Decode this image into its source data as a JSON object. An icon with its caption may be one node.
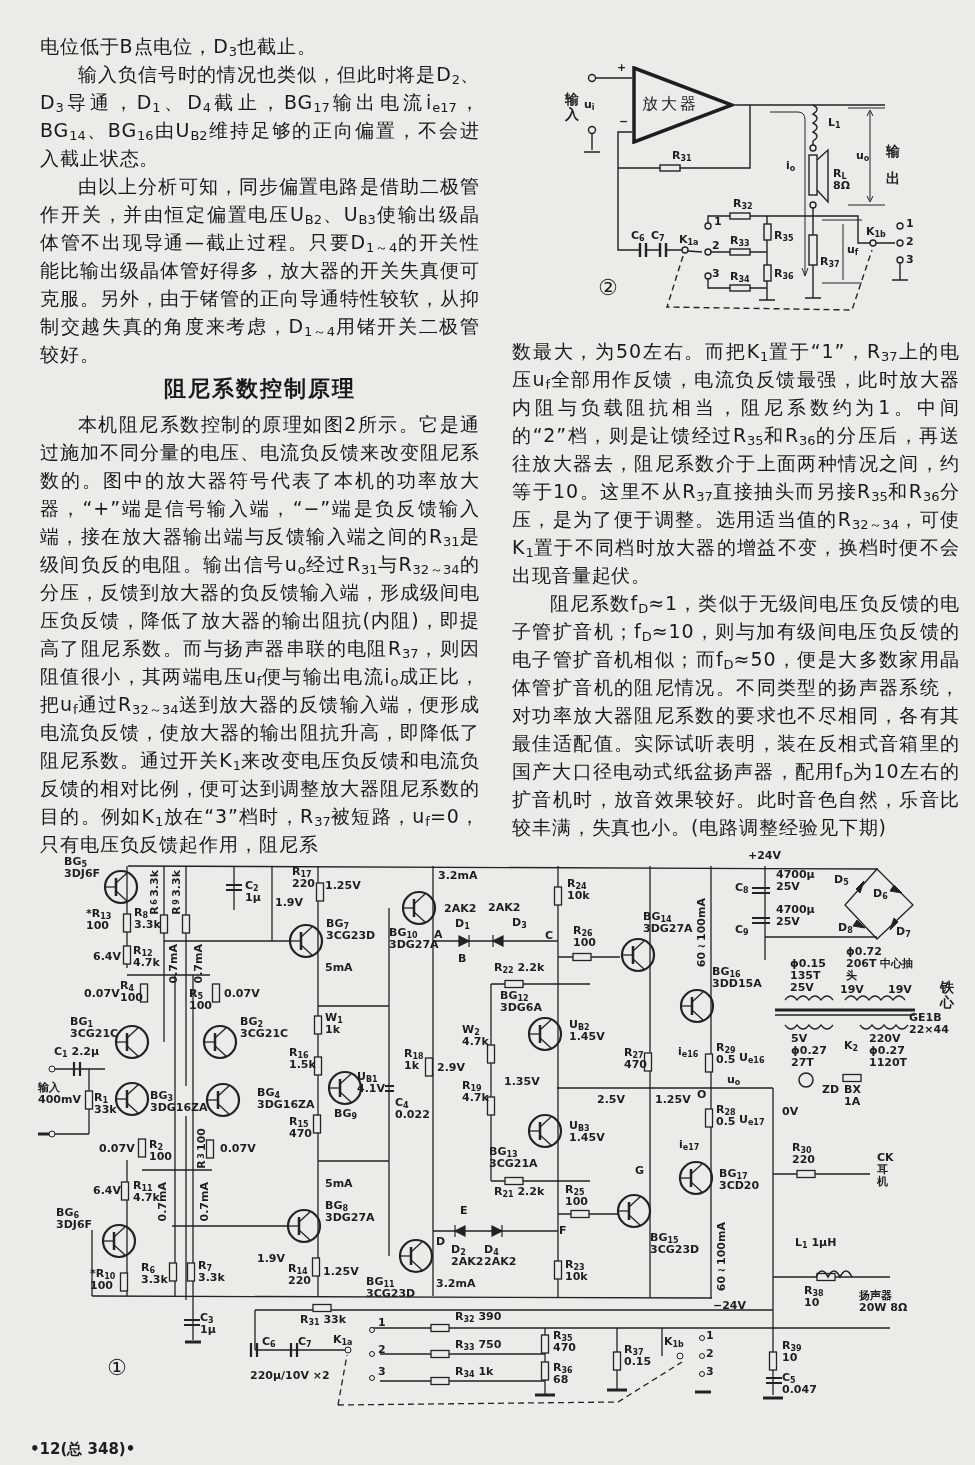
{
  "diagram": {
    "nodes": [
      {
        "text": [
          "放大器"
        ]
      }
    ],
    "labels": [
      "电位低于B点电位，D$_{3}$也截止。",
      "输入负信号时的情况也类似，但此时将是D$_{2}$、D$_{3}$导通，D$_{1}$、D$_{4}$截止，BG$_{17}$输出电流i$_{e17}$，BG$_{14}$、BG$_{16}$由U$_{B2}$维持足够的正向偏置，不会进入截止状态。",
      "由以上分析可知，同步偏置电路是借助二极管作开关，并由恒定偏置电压U$_{B2}$、U$_{B3}$使输出级晶体管不出现导通—截止过程。只要D$_{1～4}$的开关性能比输出级晶体管好得多，放大器的开关失真便可克服。另外，由于锗管的正向导通特性较软，从抑制交越失真的角度来考虑，D$_{1～4}$用锗开关二极管较好。",
      "阻尼系数控制原理",
      "本机阻尼系数控制的原理如图2所示。它是通过施加不同分量的电压、电流负反馈来改变阻尼系数的。图中的放大器符号代表了本机的功率放大器，“+”端是信号输入端，“−”端是负反馈输入端，接在放大器输出端与反馈输入端之间的R$_{31}$是级间负反的电阻。输出信号u$_{o}$经过R$_{31}$与R$_{32～34}$的分压，反馈到放大器的负反馈输入端，形成级间电压负反馈，降低了放大器的输出阻抗(内阻)，即提高了阻尼系数。而与扬声器串联的电阻R$_{37}$，则因阻值很小，其两端电压u$_{f}$便与输出电流i$_{o}$成正比，把u$_{f}$通过R$_{32～34}$送到放大器的反馈输入端，便形成电流负反馈，使放大器的输出阻抗升高，即降低了阻尼系数。通过开关K$_{1}$来改变电压负反馈和电流负反馈的相对比例，便可达到调整放大器阻尼系数的目的。例如K$_{1}$放在“3”档时，R$_{37}$被短路，u$_{f}$=0，只有电压负反馈起作用，阻尼系",
      "输入",
      "+",
      "u$_{i}$",
      "−",
      "R$_{31}$",
      "L$_{1}$",
      "i$_{o}$",
      "R$_{L}$ 8Ω",
      "u$_{o}$",
      "输出",
      "R$_{32}$",
      "1",
      "K$_{1b}$",
      "1",
      "C$_{6}$",
      "C$_{7}$",
      "K$_{1a}$",
      "2",
      "R$_{33}$",
      "R$_{35}$",
      "u$_{f}$",
      "2",
      "R$_{37}$",
      "3",
      "3",
      "R$_{34}$",
      "R$_{36}$",
      "②",
      "数最大，为50左右。而把K$_{1}$置于“1”，R$_{37}$上的电压u$_{f}$全部用作反馈，电流负反馈最强，此时放大器内阻与负载阻抗相当，阻尼系数约为1。中间的“2”档，则是让馈经过R$_{35}$和R$_{36}$的分压后，再送往放大器去，阻尼系数介于上面两种情况之间，约等于10。这里不从R$_{37}$直接抽头而另接R$_{35}$和R$_{36}$分压，是为了便于调整。选用适当值的R$_{32～34}$，可使K$_{1}$置于不同档时放大器的增益不变，换档时便不会出现音量起伏。",
      "阻尼系数f$_{D}$≈1，类似于无级间电压负反馈的电子管扩音机；f$_{D}$≈10，则与加有级间电压负反馈的电子管扩音机相似；而f$_{D}$≈50，便是大多数家用晶体管扩音机的阻尼情况。不同类型的扬声器系统，对功率放大器阻尼系数的要求也不尽相同，各有其最佳适配值。实际试听表明，装在反相式音箱里的国产大口径电动式纸盆扬声器，配用f$_{D}$为10左右的扩音机时，放音效果较好。此时音色自然，乐音比较丰满，失真也小。(电路调整经验见下期)",
      "BG$_{5}$ 3DJ6F",
      "*R$_{13}$ 100",
      "R$_{8}$ 3.3k",
      "R$_{6}$ 3.3k",
      "R$_{9}$ 3.3k",
      "C$_{2}$ 1μ",
      "1.9V",
      "R$_{17}$ 220",
      "1.25V",
      "BG$_{7}$ 3CG23D",
      "6.4V",
      "R$_{12}$ 4.7k",
      "0.7mA",
      "0.7mA",
      "0.07V",
      "R$_{4}$ 100",
      "R$_{5}$ 100",
      "0.07V",
      "BG$_{1}$ 3CG21C",
      "BG$_{2}$ 3CG21C",
      "C$_{1}$ 2.2μ",
      "输入 400mV",
      "R$_{1}$ 33k",
      "BG$_{3}$ 3DG16ZA",
      "BG$_{4}$ 3DG16ZA",
      "R$_{16}$ 1.5k",
      "W$_{1}$ 1k",
      "U$_{B1}$ 4.1V",
      "BG$_{9}$",
      "C$_{4}$ 0.022",
      "R$_{15}$ 470",
      "0.07V",
      "R$_{2}$ 100",
      "R$_{3}$ 100",
      "0.07V",
      "6.4V",
      "R$_{11}$ 4.7k",
      "0.7mA",
      "0.7mA",
      "5mA",
      "5mA",
      "BG$_{6}$ 3DJ6F",
      "BG$_{8}$ 3DG27A",
      "*R$_{10}$ 100",
      "R$_{6}$ 3.3k",
      "R$_{7}$ 3.3k",
      "1.9V",
      "1.25V",
      "R$_{14}$ 220",
      "C$_{3}$ 1μ",
      "R$_{31}$ 33k",
      "C$_{6}$",
      "C$_{7}$",
      "220μ/10V ×2",
      "K$_{1a}$",
      "1",
      "2",
      "3",
      "R$_{32}$ 390",
      "R$_{33}$ 750",
      "R$_{34}$ 1k",
      "①",
      "BG$_{10}$ 3DG27A",
      "3.2mA",
      "2AK2",
      "A",
      "D$_{1}$",
      "B",
      "R$_{18}$ 1k",
      "2.9V",
      "BG$_{11}$ 3CG23D",
      "3.2mA",
      "D",
      "E",
      "D$_{2}$ 2AK2",
      "D$_{4}$ 2AK2",
      "W$_{2}$ 4.7k",
      "R$_{19}$ 4.7k",
      "2AK2",
      "D$_{3}$",
      "C",
      "R$_{24}$ 10k",
      "R$_{26}$ 100",
      "R$_{22}$ 2.2k",
      "BG$_{12}$ 3DG6A",
      "U$_{B2}$ 1.45V",
      "1.35V",
      "2.5V",
      "1.25V",
      "U$_{B3}$ 1.45V",
      "BG$_{13}$ 3CG21A",
      "R$_{21}$ 2.2k",
      "R$_{25}$ 100",
      "F",
      "R$_{23}$ 10k",
      "G",
      "BG$_{14}$ 3DG27A",
      "60～100mA",
      "BG$_{16}$ 3DD15A",
      "R$_{27}$ 470",
      "i$_{e16}$",
      "R$_{29}$ 0.5",
      "U$_{e16}$",
      "u$_{o}$",
      "O",
      "R$_{28}$ 0.5",
      "U$_{e17}$",
      "0V",
      "i$_{e17}$",
      "BG$_{17}$ 3CD20",
      "BG$_{15}$ 3CG23D",
      "60～100mA",
      "−24V",
      "+24V",
      "C$_{8}$",
      "4700μ 25V",
      "C$_{9}$",
      "4700μ 25V",
      "D$_{5}$",
      "D$_{6}$",
      "D$_{8}$",
      "D$_{7}$",
      "ϕ0.72 206T 中心抽头",
      "19V",
      "19V",
      "ϕ0.15 135T 25V",
      "铁心",
      "GE1B 22×44",
      "5V ϕ0.27 27T",
      "ZD",
      "K$_{2}$",
      "220V ϕ0.27 1120T",
      "BX 1A",
      "R$_{30}$ 220",
      "CK 耳机",
      "L$_{1}$ 1μH",
      "R$_{38}$ 10",
      "扬声器 20W 8Ω",
      "R$_{35}$ 470",
      "R$_{36}$ 68",
      "R$_{37}$ 0.15",
      "K$_{1b}$",
      "1",
      "2",
      "3",
      "R$_{39}$ 10",
      "C$_{5}$ 0.047",
      "•12(总 348)•"
    ]
  }
}
